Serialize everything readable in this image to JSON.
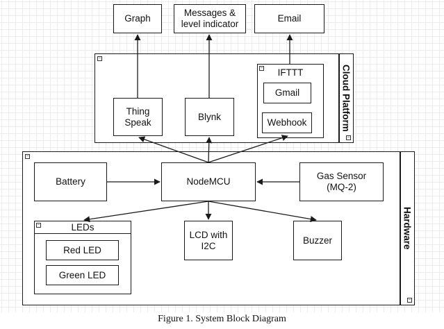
{
  "outputs": {
    "graph": "Graph",
    "messages": "Messages &\nlevel indicator",
    "email": "Email"
  },
  "cloud": {
    "title": "Cloud Platform",
    "thingspeak": "Thing\nSpeak",
    "blynk": "Blynk",
    "ifttt": {
      "title": "IFTTT",
      "gmail": "Gmail",
      "webhook": "Webhook"
    }
  },
  "hardware": {
    "title": "Hardware",
    "battery": "Battery",
    "nodemcu": "NodeMCU",
    "gas_sensor": "Gas Sensor\n(MQ-2)",
    "leds": {
      "title": "LEDs",
      "red": "Red LED",
      "green": "Green LED"
    },
    "lcd": "LCD with\nI2C",
    "buzzer": "Buzzer"
  },
  "caption": "Figure 1. System Block Diagram"
}
